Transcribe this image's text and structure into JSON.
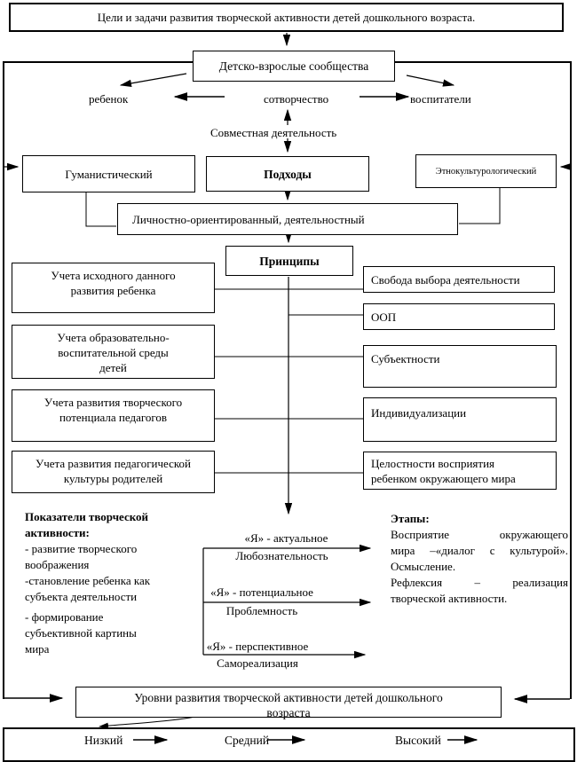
{
  "title": "Цели и задачи развития творческой активности детей дошкольного возраста.",
  "communities": "Детско-взрослые сообщества",
  "triad": {
    "child": "ребенок",
    "cocreation": "сотворчество",
    "educators": "воспитатели",
    "joint_activity": "Совместная деятельность"
  },
  "approaches": {
    "heading": "Подходы",
    "humanistic": "Гуманистический",
    "ethnocultural": "Этнокультурологический",
    "personal": "Личностно-ориентированный, деятельностный"
  },
  "principles": {
    "heading": "Принципы",
    "left": [
      {
        "lines": [
          "Учета исходного данного",
          "развития ребенка"
        ]
      },
      {
        "lines": [
          "Учета образовательно-",
          "воспитательной среды",
          "детей"
        ]
      },
      {
        "lines": [
          "Учета развития творческого",
          "потенциала педагогов"
        ]
      },
      {
        "lines": [
          "Учета развития педагогической",
          "культуры родителей"
        ]
      }
    ],
    "right": [
      {
        "lines": [
          "Свобода выбора деятельности"
        ]
      },
      {
        "lines": [
          "ООП"
        ]
      },
      {
        "lines": [
          "Субъектности"
        ]
      },
      {
        "lines": [
          "Индивидуализации"
        ]
      },
      {
        "lines": [
          "Целостности восприятия",
          "ребенком окружающего мира"
        ]
      }
    ]
  },
  "indicators": {
    "heading": [
      "Показатели творческой",
      "активности:"
    ],
    "items": [
      "- развитие творческого",
      "воображения",
      "-становление ребенка как",
      "субъекта деятельности",
      "- формирование",
      "субъективной картины",
      "мира"
    ]
  },
  "self_levels": [
    {
      "label": "«Я» - актуальное",
      "name": "Любознательность"
    },
    {
      "label": "«Я» - потенциальное",
      "name": "Проблемность"
    },
    {
      "label": "«Я» - перспективное",
      "name": "Самореализация"
    }
  ],
  "stages": {
    "heading": "Этапы:",
    "line1": [
      "Восприятие",
      "окружающего"
    ],
    "line2": [
      "мира",
      "–«диалог",
      "с",
      "культурой»."
    ],
    "line3": "Осмысление.",
    "line4": [
      "Рефлексия",
      "–",
      "реализация"
    ],
    "line5": "творческой активности."
  },
  "levels_box": [
    "Уровни развития творческой активности детей дошкольного",
    "возраста"
  ],
  "levels": [
    "Низкий",
    "Средний",
    "Высокий"
  ],
  "colors": {
    "ink": "#000000",
    "background": "#ffffff"
  }
}
